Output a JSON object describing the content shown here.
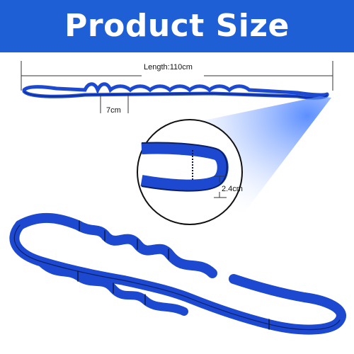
{
  "banner": {
    "title": "Product Size",
    "color": "#1f5fd6"
  },
  "dimensions": {
    "length_label": "Length:110cm",
    "loop_label": "7cm",
    "width_label": "2.4cm"
  },
  "colors": {
    "strap": "#1c49cf",
    "strap_edge": "#0a1f6a",
    "stitch": "#0c1a44",
    "magnifier_ring": "#111111"
  }
}
